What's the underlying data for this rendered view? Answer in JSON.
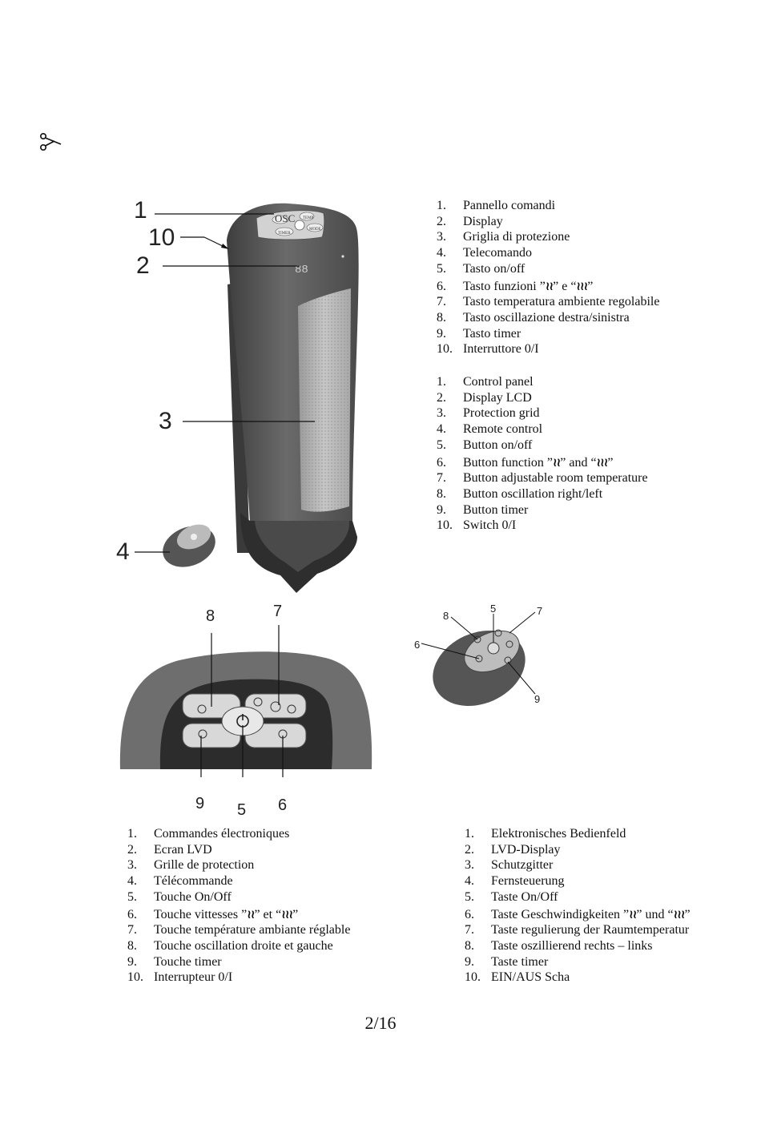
{
  "page_number": "2/16",
  "icons": {
    "cut_mark": "scissors-icon",
    "heat_low": "heat-level-2-icon",
    "heat_high": "heat-level-3-icon"
  },
  "callouts": {
    "heater": [
      "1",
      "10",
      "2",
      "3",
      "4"
    ],
    "panel": {
      "oscillation": "8",
      "temperature": "7",
      "timer": "9",
      "power": "5",
      "function": "6"
    },
    "remote": {
      "oscillation": "8",
      "power": "5",
      "temperature": "7",
      "function": "6",
      "timer": "9"
    }
  },
  "heater_labels": {
    "panel": [
      "OSC",
      "TEMP",
      "TIMER",
      "MODE"
    ],
    "display": "88"
  },
  "lists": {
    "italian": {
      "items": [
        {
          "num": "1.",
          "text": "Pannello comandi"
        },
        {
          "num": "2.",
          "text": "Display"
        },
        {
          "num": "3.",
          "text": "Griglia di protezione"
        },
        {
          "num": "4.",
          "text": "Telecomando"
        },
        {
          "num": "5.",
          "text": "Tasto on/off"
        },
        {
          "num": "6.",
          "text": "Tasto funzioni ”",
          "mid": "” e “",
          "end": "”"
        },
        {
          "num": "7.",
          "text": "Tasto temperatura ambiente regolabile"
        },
        {
          "num": "8.",
          "text": "Tasto oscillazione destra/sinistra"
        },
        {
          "num": "9.",
          "text": "Tasto timer"
        },
        {
          "num": "10.",
          "text": "Interruttore 0/I"
        }
      ]
    },
    "english": {
      "items": [
        {
          "num": "1.",
          "text": "Control panel"
        },
        {
          "num": "2.",
          "text": "Display LCD"
        },
        {
          "num": "3.",
          "text": "Protection grid"
        },
        {
          "num": "4.",
          "text": "Remote control"
        },
        {
          "num": "5.",
          "text": "Button on/off"
        },
        {
          "num": "6.",
          "text": "Button function ”",
          "mid": "” and “",
          "end": "”"
        },
        {
          "num": "7.",
          "text": "Button adjustable room temperature"
        },
        {
          "num": "8.",
          "text": "Button oscillation right/left"
        },
        {
          "num": "9.",
          "text": "Button timer"
        },
        {
          "num": "10.",
          "text": "Switch 0/I"
        }
      ]
    },
    "french": {
      "items": [
        {
          "num": "1.",
          "text": "Commandes électroniques"
        },
        {
          "num": "2.",
          "text": "Ecran LVD"
        },
        {
          "num": "3.",
          "text": "Grille de protection"
        },
        {
          "num": "4.",
          "text": "Télécommande"
        },
        {
          "num": "5.",
          "text": "Touche On/Off"
        },
        {
          "num": "6.",
          "text": "Touche vittesses ”",
          "mid": "” et “",
          "end": "”"
        },
        {
          "num": "7.",
          "text": "Touche température ambiante réglable"
        },
        {
          "num": "8.",
          "text": "Touche oscillation droite et gauche"
        },
        {
          "num": "9.",
          "text": "Touche timer"
        },
        {
          "num": "10.",
          "text": "Interrupteur 0/I"
        }
      ]
    },
    "german": {
      "items": [
        {
          "num": "1.",
          "text": "Elektronisches Bedienfeld"
        },
        {
          "num": "2.",
          "text": "LVD-Display"
        },
        {
          "num": "3.",
          "text": "Schutzgitter"
        },
        {
          "num": "4.",
          "text": "Fernsteuerung"
        },
        {
          "num": "5.",
          "text": "Taste On/Off"
        },
        {
          "num": "6.",
          "text": "Taste Geschwindigkeiten ”",
          "mid": "” und “",
          "end": "”"
        },
        {
          "num": "7.",
          "text": "Taste regulierung der Raumtemperatur"
        },
        {
          "num": "8.",
          "text": "Taste oszillierend rechts – links"
        },
        {
          "num": "9.",
          "text": "Taste timer"
        },
        {
          "num": "10.",
          "text": "EIN/AUS Scha"
        }
      ]
    }
  }
}
